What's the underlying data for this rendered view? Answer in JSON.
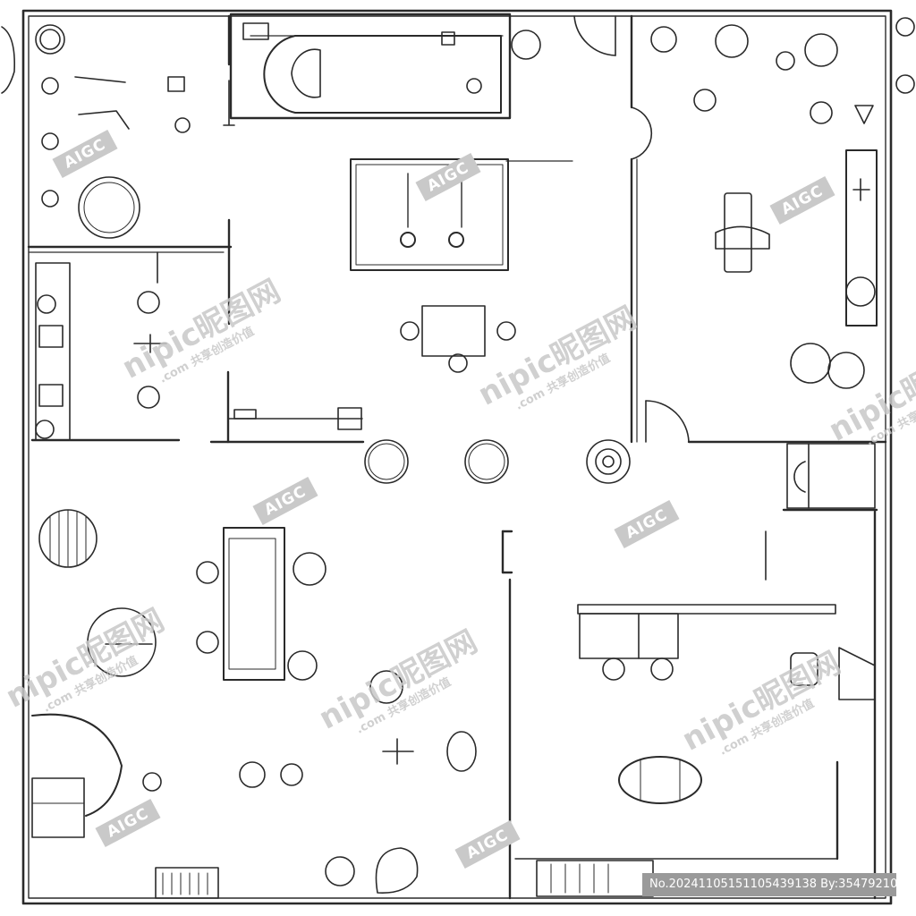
{
  "watermarks": {
    "tag": "AIGC",
    "site": "nipic昵图网",
    "site_sub": ".com 共享创造价值"
  },
  "stamp": {
    "text": "No.20241105151105439138 By:35479210"
  },
  "palette": {
    "line": "#2a2a2a",
    "background": "#ffffff",
    "watermark": "#c8c8c8",
    "stamp_bg": "#9a9a9a"
  }
}
